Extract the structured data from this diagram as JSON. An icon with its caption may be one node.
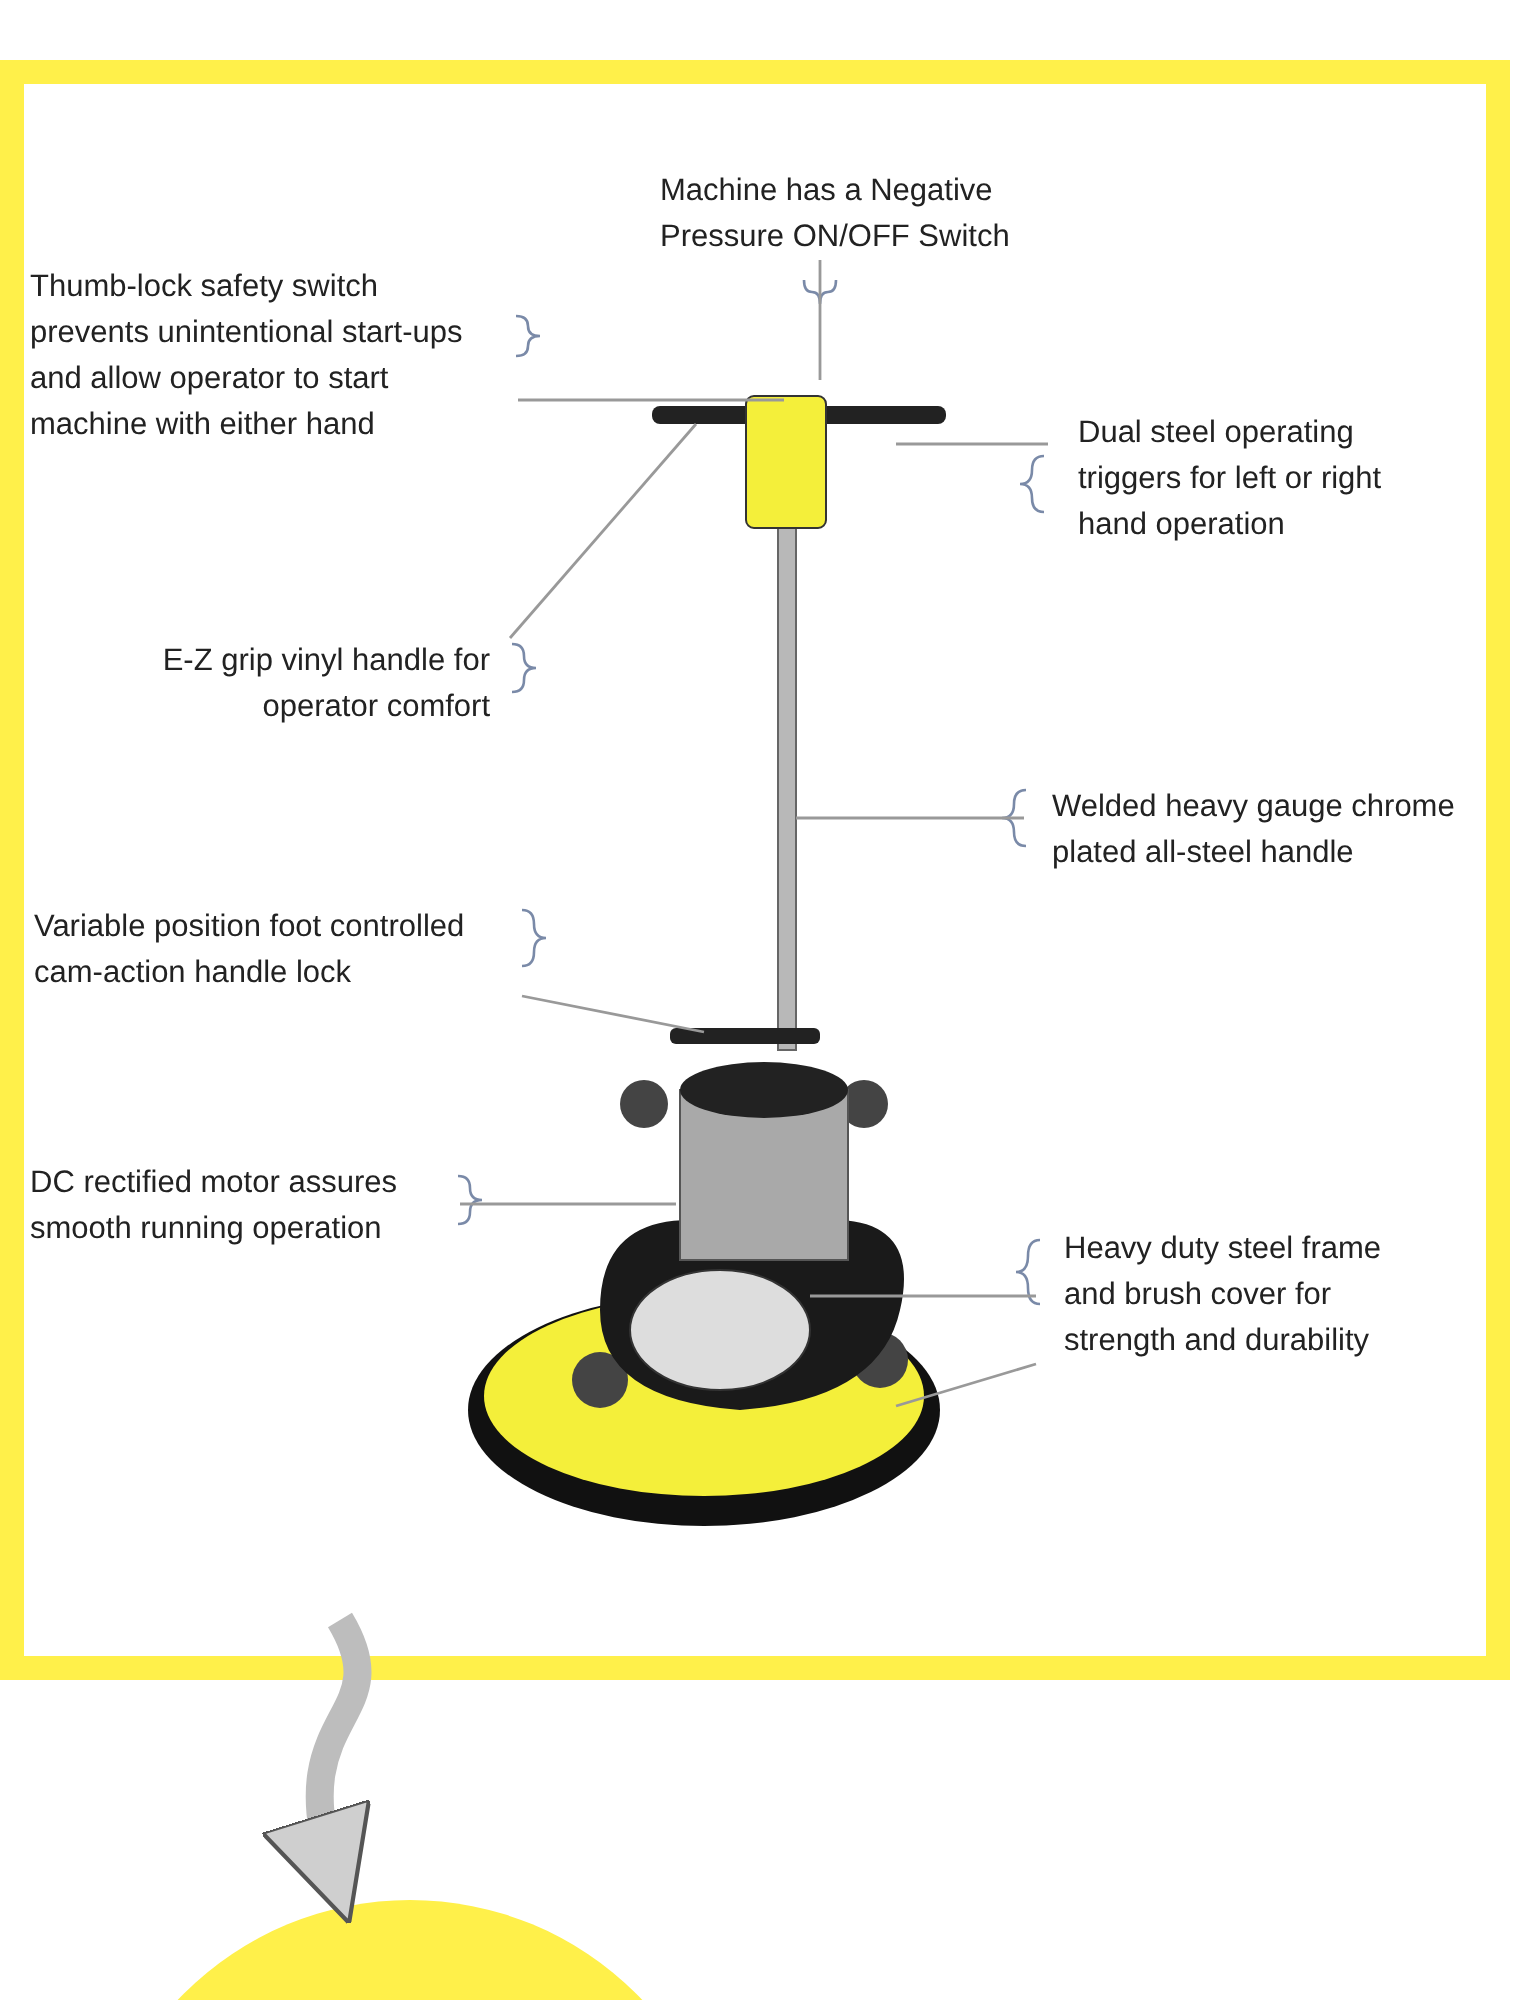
{
  "diagram": {
    "nodes": [
      {
        "text": [
          "Machine has a Negative Pressure ON/OFF Switch"
        ]
      },
      {
        "text": [
          "Thumb-lock safety switch prevents unintentional start-ups and allow operator to start machine with either hand"
        ]
      },
      {
        "text": [
          "Dual steel operating triggers for left or right hand operation"
        ]
      },
      {
        "text": [
          "E-Z grip vinyl handle for operator comfort"
        ]
      },
      {
        "text": [
          "Welded heavy gauge chrome plated all-steel handle"
        ]
      },
      {
        "text": [
          "Variable position foot controlled cam-action handle lock"
        ]
      },
      {
        "text": [
          "DC rectified motor assures smooth running operation"
        ]
      },
      {
        "text": [
          "Heavy duty steel frame and brush cover for strength and durability"
        ]
      },
      {
        "text": [],
        "shape": "circle"
      }
    ],
    "edges": [
      {
        "from": 0,
        "to": null,
        "arrow": "none"
      },
      {
        "from": 1,
        "to": null,
        "arrow": "none"
      },
      {
        "from": 2,
        "to": null,
        "arrow": "none"
      },
      {
        "from": 3,
        "to": null,
        "arrow": "none"
      },
      {
        "from": 4,
        "to": null,
        "arrow": "none"
      },
      {
        "from": 5,
        "to": null,
        "arrow": "none"
      },
      {
        "from": 6,
        "to": null,
        "arrow": "none"
      },
      {
        "from": 7,
        "to": null,
        "arrow": "none"
      },
      {
        "from": 7,
        "to": null,
        "arrow": "none"
      },
      {
        "from": null,
        "to": 8,
        "arrow": "to",
        "style": "thick"
      }
    ]
  }
}
